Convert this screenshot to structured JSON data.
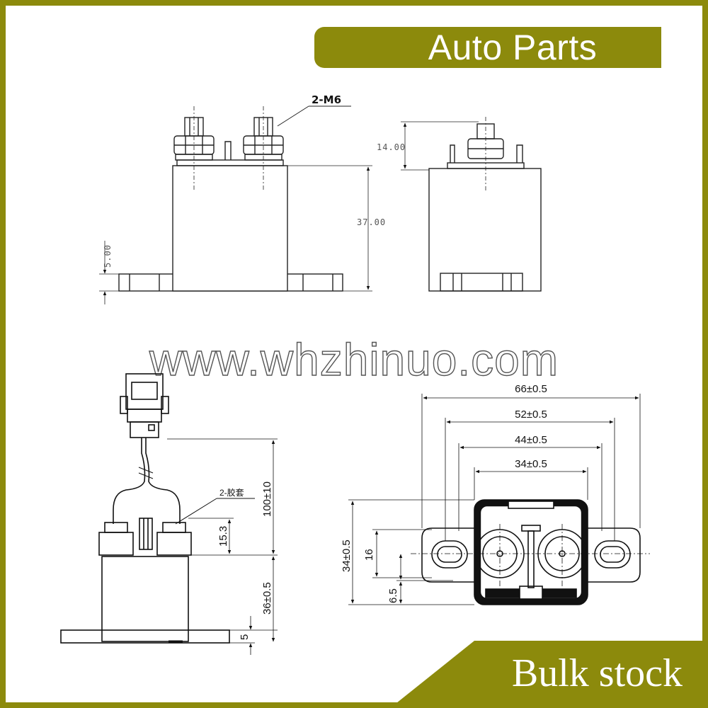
{
  "banner_top": {
    "label": "Auto Parts"
  },
  "banner_bottom": {
    "label": "Bulk stock"
  },
  "watermark": {
    "text": "www.whzhinuo.com"
  },
  "colors": {
    "accent": "#8c8a0c",
    "line": "#111111",
    "text": "#ffffff"
  },
  "front_view": {
    "terminal_label": "2-M6",
    "dim_height": "37.00",
    "dim_base": "5.00"
  },
  "side_view": {
    "dim_stud": "14.00"
  },
  "wired_view": {
    "dim_total": "100±10",
    "dim_connector": "15.3",
    "dim_body": "36±0.5",
    "dim_flange": "5",
    "wire_label": "2-胶套"
  },
  "top_view": {
    "dim_66": "66±0.5",
    "dim_52": "52±0.5",
    "dim_44": "44±0.5",
    "dim_34w": "34±0.5",
    "dim_34h": "34±0.5",
    "dim_16": "16",
    "dim_6_5": "6.5"
  }
}
